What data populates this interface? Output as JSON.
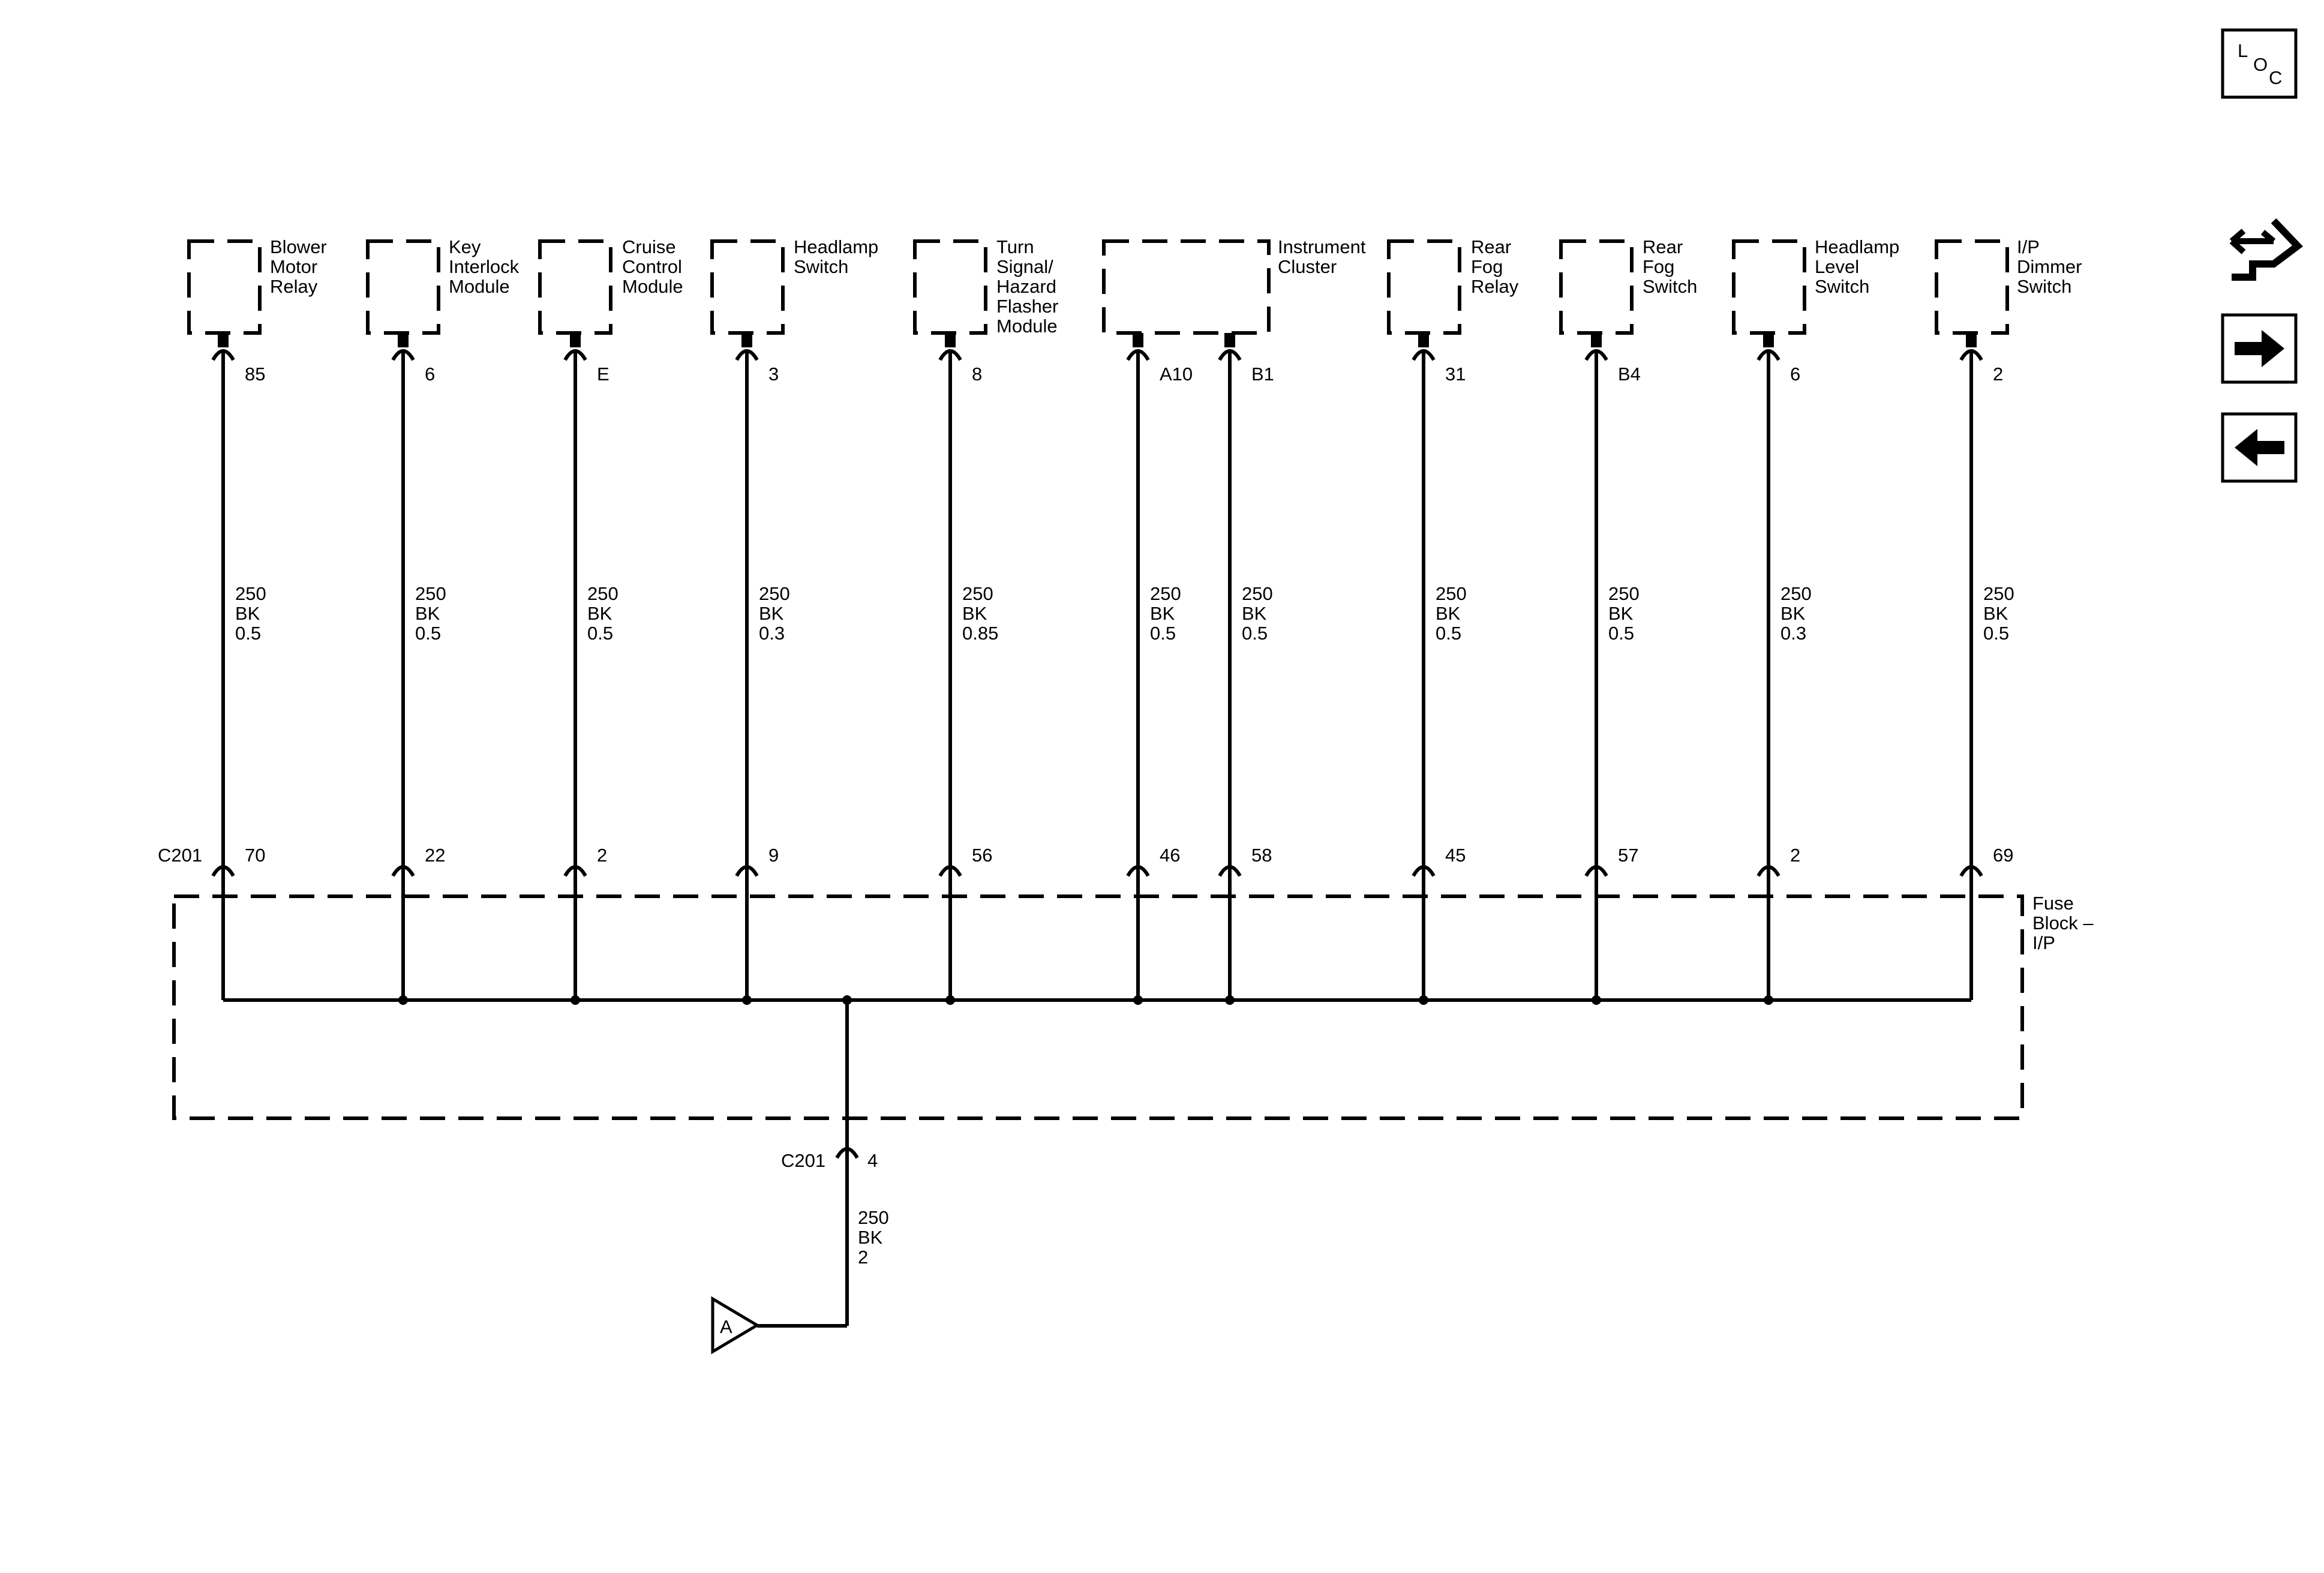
{
  "components": [
    {
      "id": "blower-motor-relay",
      "label": [
        "Blower",
        "Motor",
        "Relay"
      ]
    },
    {
      "id": "key-interlock-module",
      "label": [
        "Key",
        "Interlock",
        "Module"
      ]
    },
    {
      "id": "cruise-control-module",
      "label": [
        "Cruise",
        "Control",
        "Module"
      ]
    },
    {
      "id": "headlamp-switch",
      "label": [
        "Headlamp",
        "Switch"
      ]
    },
    {
      "id": "turn-signal-hazard-flasher-module",
      "label": [
        "Turn",
        "Signal/",
        "Hazard",
        "Flasher",
        "Module"
      ]
    },
    {
      "id": "instrument-cluster",
      "label": [
        "Instrument",
        "Cluster"
      ]
    },
    {
      "id": "rear-fog-relay",
      "label": [
        "Rear",
        "Fog",
        "Relay"
      ]
    },
    {
      "id": "rear-fog-switch",
      "label": [
        "Rear",
        "Fog",
        "Switch"
      ]
    },
    {
      "id": "headlamp-level-switch",
      "label": [
        "Headlamp",
        "Level",
        "Switch"
      ]
    },
    {
      "id": "ip-dimmer-switch",
      "label": [
        "I/P",
        "Dimmer",
        "Switch"
      ]
    }
  ],
  "circuits": [
    {
      "component": "blower-motor-relay",
      "top_pin": "85",
      "wire": [
        "250",
        "BK",
        "0.5"
      ],
      "bottom_pin": "70"
    },
    {
      "component": "key-interlock-module",
      "top_pin": "6",
      "wire": [
        "250",
        "BK",
        "0.5"
      ],
      "bottom_pin": "22"
    },
    {
      "component": "cruise-control-module",
      "top_pin": "E",
      "wire": [
        "250",
        "BK",
        "0.5"
      ],
      "bottom_pin": "2"
    },
    {
      "component": "headlamp-switch",
      "top_pin": "3",
      "wire": [
        "250",
        "BK",
        "0.3"
      ],
      "bottom_pin": "9"
    },
    {
      "component": "turn-signal-hazard-flasher-module",
      "top_pin": "8",
      "wire": [
        "250",
        "BK",
        "0.85"
      ],
      "bottom_pin": "56"
    },
    {
      "component": "instrument-cluster",
      "top_pin": "A10",
      "wire": [
        "250",
        "BK",
        "0.5"
      ],
      "bottom_pin": "46"
    },
    {
      "component": "instrument-cluster",
      "top_pin": "B1",
      "wire": [
        "250",
        "BK",
        "0.5"
      ],
      "bottom_pin": "58"
    },
    {
      "component": "rear-fog-relay",
      "top_pin": "31",
      "wire": [
        "250",
        "BK",
        "0.5"
      ],
      "bottom_pin": "45"
    },
    {
      "component": "rear-fog-switch",
      "top_pin": "B4",
      "wire": [
        "250",
        "BK",
        "0.5"
      ],
      "bottom_pin": "57"
    },
    {
      "component": "headlamp-level-switch",
      "top_pin": "6",
      "wire": [
        "250",
        "BK",
        "0.3"
      ],
      "bottom_pin": "2"
    },
    {
      "component": "ip-dimmer-switch",
      "top_pin": "2",
      "wire": [
        "250",
        "BK",
        "0.5"
      ],
      "bottom_pin": "69"
    }
  ],
  "connector_top": {
    "name": "C201"
  },
  "fuse_block": {
    "label": [
      "Fuse",
      "Block –",
      "I/P"
    ]
  },
  "output": {
    "connector": "C201",
    "pin": "4",
    "wire": [
      "250",
      "BK",
      "2"
    ],
    "reference": "A"
  },
  "side_buttons": {
    "loc": [
      "L",
      "O",
      "C"
    ],
    "icons": [
      "component-location-icon",
      "connector-end-view-icon",
      "next-arrow-icon",
      "previous-arrow-icon"
    ]
  }
}
